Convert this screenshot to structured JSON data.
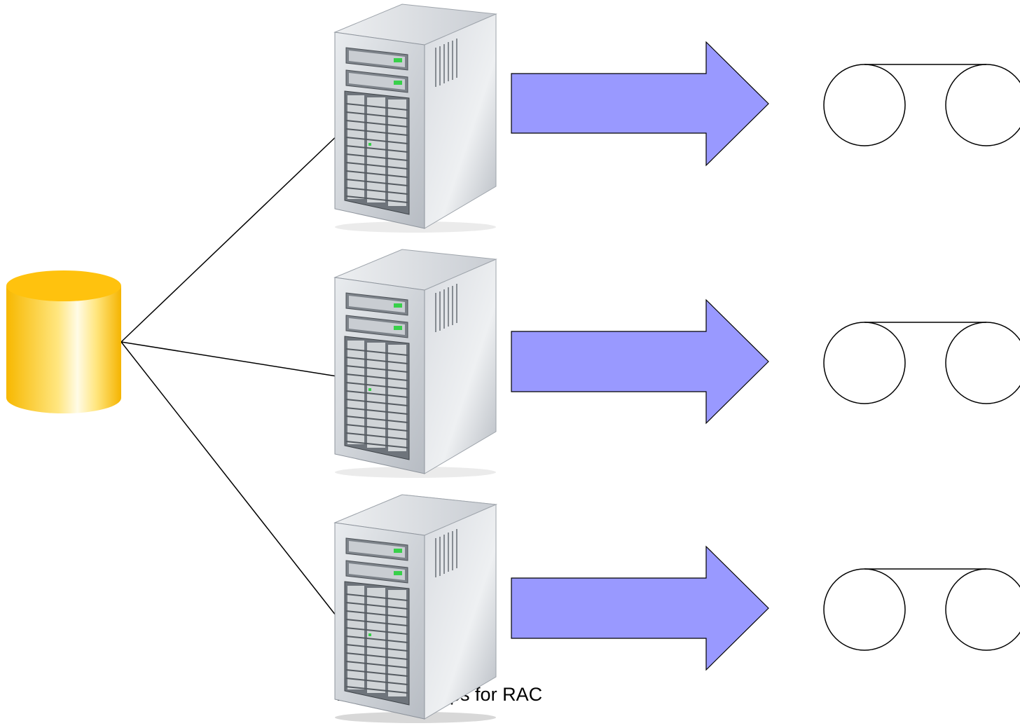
{
  "caption": "RMAN Backups for RAC",
  "colors": {
    "database_top": "#FFC20E",
    "database_body_light": "#FFF6C0",
    "arrow_fill": "#9999FF",
    "line": "#000000",
    "server_body": "#C8CCD2"
  },
  "icons": {
    "database": "database-cylinder-icon",
    "server": "server-tower-icon",
    "tape": "tape-drive-icon"
  },
  "nodes": [
    {
      "id": "node-1"
    },
    {
      "id": "node-2"
    },
    {
      "id": "node-3"
    }
  ]
}
